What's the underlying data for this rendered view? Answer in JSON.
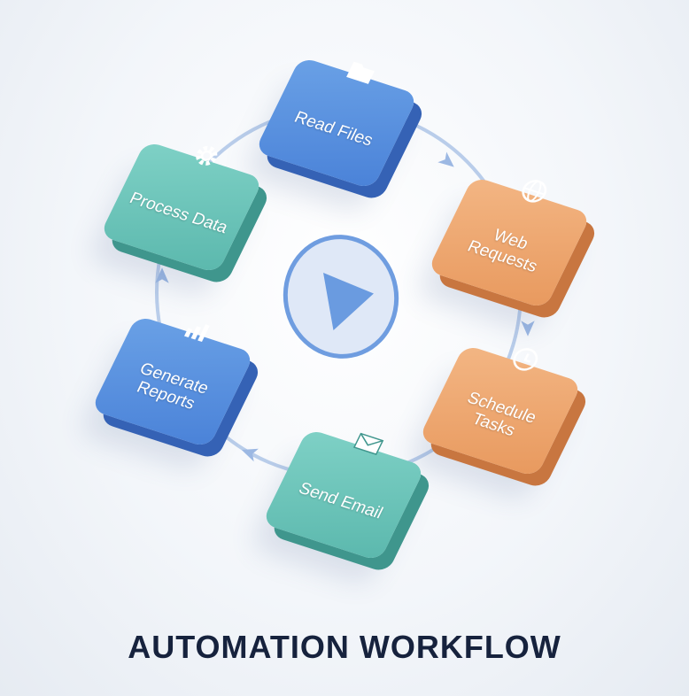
{
  "title": "AUTOMATION WORKFLOW",
  "steps": [
    {
      "label": "Read Files",
      "icon": "folder-icon",
      "color": "#4a82d8"
    },
    {
      "label": "Web Requests",
      "icon": "globe-icon",
      "color": "#e8995e"
    },
    {
      "label": "Schedule Tasks",
      "icon": "clock-icon",
      "color": "#e8995e"
    },
    {
      "label": "Send Email",
      "icon": "envelope-icon",
      "color": "#5bb8ad"
    },
    {
      "label": "Generate Reports",
      "icon": "bar-chart-icon",
      "color": "#4a82d8"
    },
    {
      "label": "Process Data",
      "icon": "gear-icon",
      "color": "#5bb8ad"
    }
  ],
  "center_icon": "play-icon"
}
